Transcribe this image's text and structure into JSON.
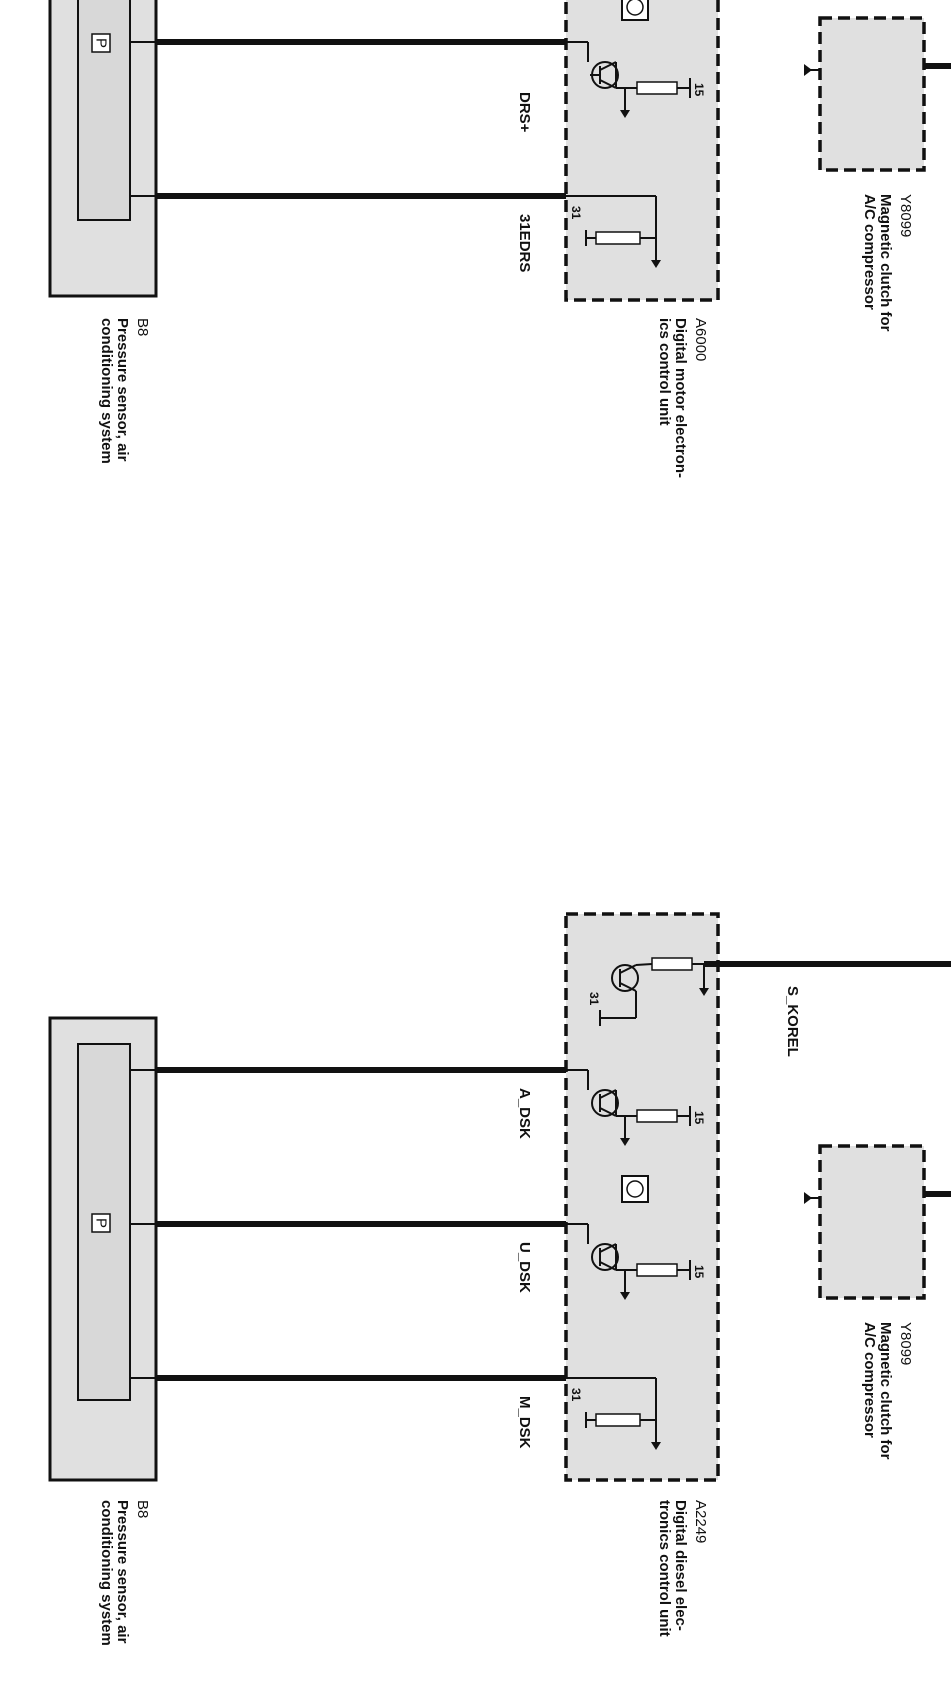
{
  "top_circuit": {
    "sensor": {
      "id": "B8",
      "line1": "Pressure sensor, air",
      "line2": "conditioning system",
      "symbol": "P"
    },
    "ecu": {
      "id": "A6000",
      "line1": "Digital motor electron-",
      "line2": "ics control unit"
    },
    "clutch": {
      "id": "Y8099",
      "line1": "Magnetic clutch for",
      "line2": "A/C compressor"
    },
    "wires": [
      "DRS+",
      "31EDRS"
    ],
    "pins": {
      "p15": "15",
      "p31": "31"
    }
  },
  "bottom_circuit": {
    "sensor": {
      "id": "B8",
      "line1": "Pressure sensor, air",
      "line2": "conditioning system",
      "symbol": "P"
    },
    "ecu": {
      "id": "A2249",
      "line1": "Digital diesel elec-",
      "line2": "tronics control unit"
    },
    "clutch": {
      "id": "Y8099",
      "line1": "Magnetic clutch for",
      "line2": "A/C compressor"
    },
    "wires": [
      "A_DSK",
      "U_DSK",
      "M_DSK",
      "S_KOREL"
    ],
    "pins": {
      "p15a": "15",
      "p15b": "15",
      "p31a": "31",
      "p31b": "31"
    }
  }
}
